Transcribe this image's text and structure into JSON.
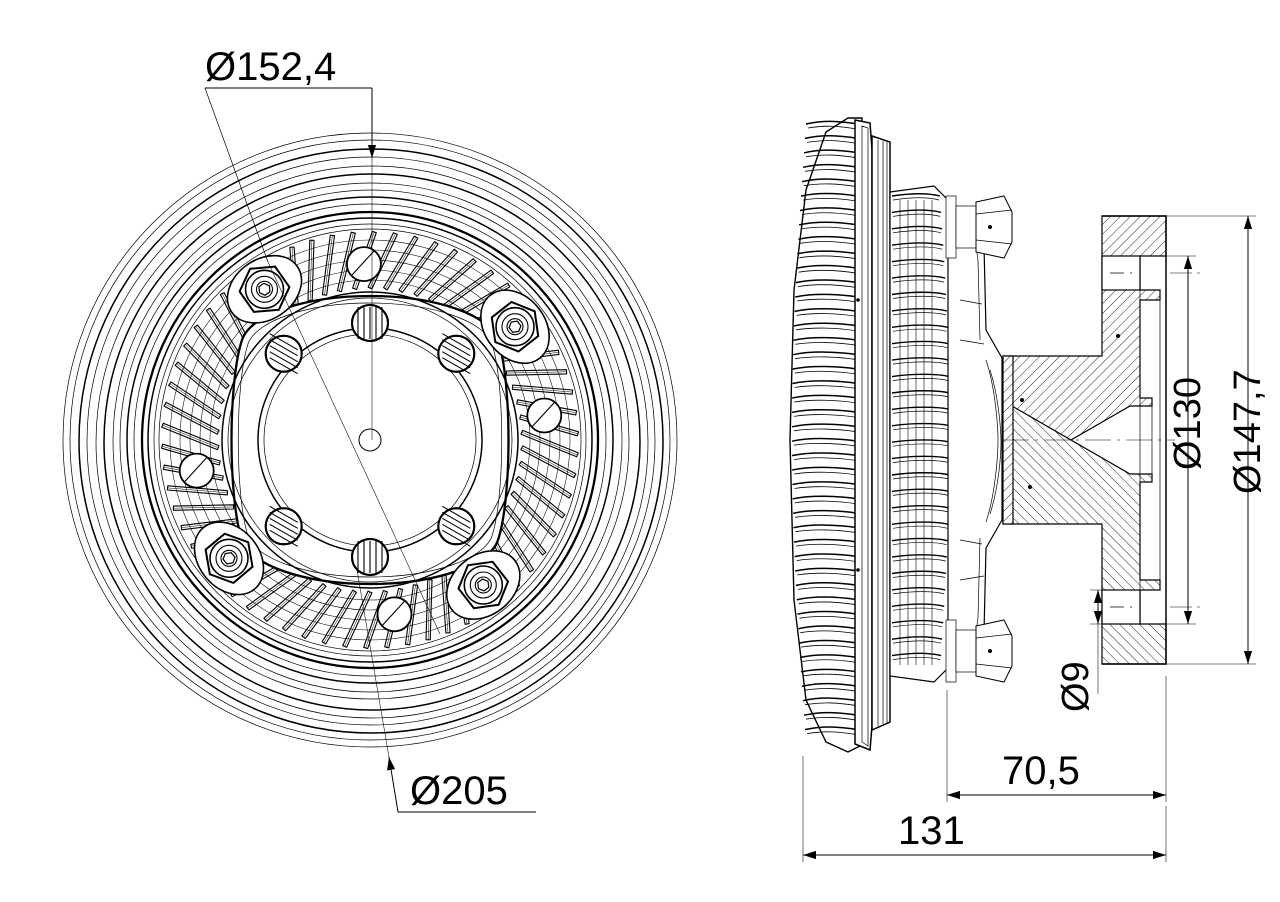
{
  "drawing": {
    "type": "engineering-drawing",
    "subject": "fan clutch / viscous fan drive",
    "background_color": "#ffffff",
    "line_color": "#000000",
    "views": [
      {
        "name": "front-view",
        "description": "circular front elevation of fan clutch"
      },
      {
        "name": "side-section-view",
        "description": "side elevation with hatched sectioned mounting flange"
      }
    ]
  },
  "dimensions": {
    "front": {
      "pitch_circle": {
        "label": "Ø152,4",
        "value": 152.4,
        "unit": "mm",
        "symbol": "Ø"
      },
      "outer_diameter": {
        "label": "Ø205",
        "value": 205,
        "unit": "mm",
        "symbol": "Ø"
      }
    },
    "side": {
      "flange_bore": {
        "label": "Ø130",
        "value": 130,
        "unit": "mm",
        "symbol": "Ø"
      },
      "flange_outer": {
        "label": "Ø147,7",
        "value": 147.7,
        "unit": "mm",
        "symbol": "Ø"
      },
      "bolt_hole": {
        "label": "Ø9",
        "value": 9,
        "unit": "mm",
        "symbol": "Ø"
      },
      "depth_partial": {
        "label": "70,5",
        "value": 70.5,
        "unit": "mm"
      },
      "depth_overall": {
        "label": "131",
        "value": 131,
        "unit": "mm"
      }
    }
  },
  "labels": {
    "d152": "Ø152,4",
    "d205": "Ø205",
    "d130": "Ø130",
    "d147": "Ø147,7",
    "d9": "Ø9",
    "l705": "70,5",
    "l131": "131"
  }
}
